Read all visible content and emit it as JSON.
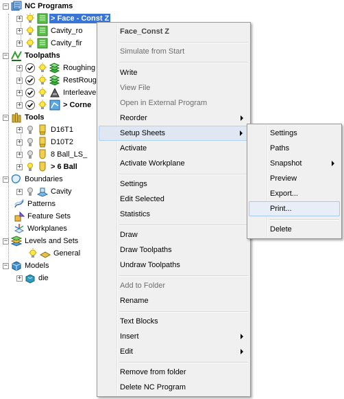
{
  "tree": {
    "nc_programs": "NC Programs",
    "nc_items": [
      "> Face - Const Z",
      "Cavity_ro",
      "Cavity_fir"
    ],
    "toolpaths": "Toolpaths",
    "toolpath_items": [
      "Roughing",
      "RestRoug",
      "Interleave",
      "> Corne"
    ],
    "tools": "Tools",
    "tool_items": [
      "D16T1",
      "D10T2",
      "8 Ball_LS_",
      "> 6 Ball"
    ],
    "boundaries": "Boundaries",
    "boundary_items": [
      "Cavity"
    ],
    "patterns": "Patterns",
    "feature_sets": "Feature Sets",
    "workplanes": "Workplanes",
    "levels_and_sets": "Levels and Sets",
    "level_items": [
      "General"
    ],
    "models": "Models",
    "model_items": [
      "die"
    ]
  },
  "context_menu": {
    "header": "Face_Const Z",
    "simulate_from_start": "Simulate from Start",
    "write": "Write",
    "view_file": "View File",
    "open_external": "Open in External Program",
    "reorder": "Reorder",
    "setup_sheets": "Setup Sheets",
    "activate": "Activate",
    "activate_workplane": "Activate Workplane",
    "settings": "Settings",
    "edit_selected": "Edit Selected",
    "statistics": "Statistics",
    "draw": "Draw",
    "draw_toolpaths": "Draw Toolpaths",
    "undraw_toolpaths": "Undraw Toolpaths",
    "add_to_folder": "Add to Folder",
    "rename": "Rename",
    "text_blocks": "Text Blocks",
    "insert": "Insert",
    "edit": "Edit",
    "remove_from_folder": "Remove from folder",
    "delete_nc_program": "Delete NC Program"
  },
  "submenu": {
    "settings": "Settings",
    "paths": "Paths",
    "snapshot": "Snapshot",
    "preview": "Preview",
    "export": "Export...",
    "print": "Print...",
    "delete": "Delete"
  },
  "colors": {
    "selection": "#3875d7",
    "menu_bg": "#f0f0f0",
    "highlight": "#dfe7f3"
  }
}
